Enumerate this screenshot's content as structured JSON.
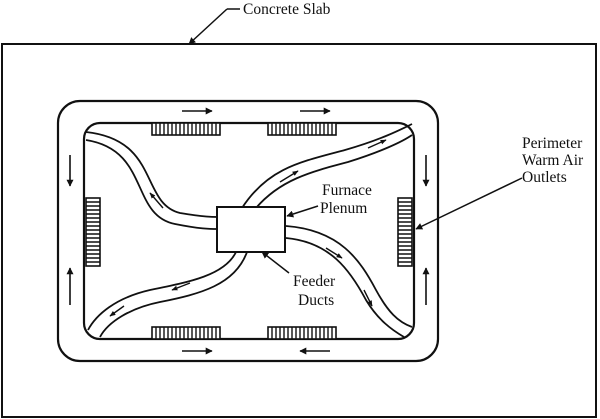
{
  "labels": {
    "slab": "Concrete Slab",
    "outlets": [
      "Perimeter",
      "Warm Air",
      "Outlets"
    ],
    "plenum": [
      "Furnace",
      "Plenum"
    ],
    "ducts": [
      "Feeder",
      "Ducts"
    ]
  },
  "colors": {
    "ink": "#111111",
    "background": "#ffffff"
  }
}
